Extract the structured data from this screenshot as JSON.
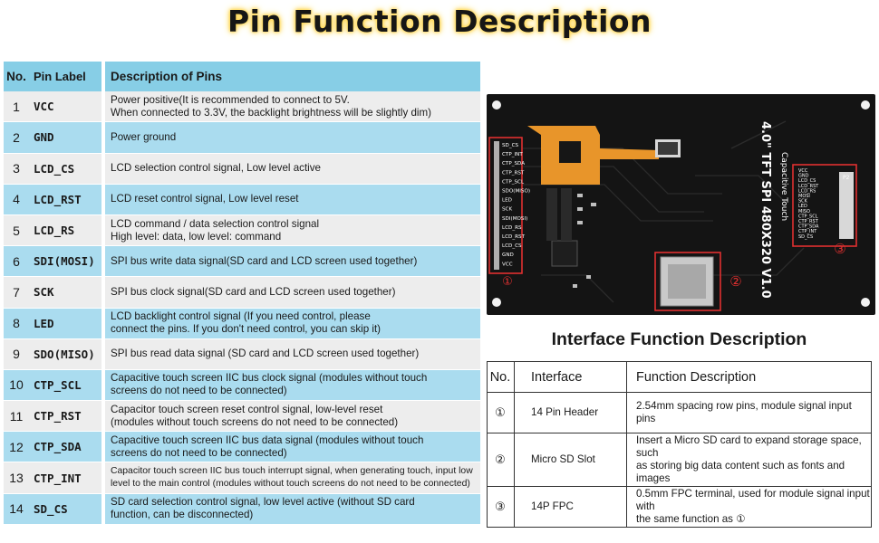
{
  "title": "Pin Function Description",
  "pin_table": {
    "headers": {
      "no": "No.",
      "label": "Pin Label",
      "desc": "Description of Pins"
    },
    "rows": [
      {
        "no": "1",
        "label": "VCC",
        "desc": "Power positive(It is recommended to connect to 5V.\nWhen connected to 3.3V, the backlight brightness will be slightly dim)"
      },
      {
        "no": "2",
        "label": "GND",
        "desc": "Power ground"
      },
      {
        "no": "3",
        "label": "LCD_CS",
        "desc": "LCD selection control signal, Low level active"
      },
      {
        "no": "4",
        "label": "LCD_RST",
        "desc": "LCD reset control signal, Low level reset"
      },
      {
        "no": "5",
        "label": "LCD_RS",
        "desc": "LCD command / data selection control signal\nHigh level: data, low level: command"
      },
      {
        "no": "6",
        "label": "SDI(MOSI)",
        "desc": "SPI bus write data signal(SD card and LCD screen used together)"
      },
      {
        "no": "7",
        "label": "SCK",
        "desc": "SPI bus clock signal(SD card and LCD screen used together)"
      },
      {
        "no": "8",
        "label": "LED",
        "desc": "LCD backlight control signal (If you need control, please\nconnect the pins. If you don't need control, you can skip it)"
      },
      {
        "no": "9",
        "label": "SDO(MISO)",
        "desc": "SPI bus read data signal (SD card and LCD screen used together)"
      },
      {
        "no": "10",
        "label": "CTP_SCL",
        "desc": "Capacitive touch screen IIC bus clock signal (modules without touch\nscreens do not need to be connected)"
      },
      {
        "no": "11",
        "label": "CTP_RST",
        "desc": "Capacitor touch screen reset control signal, low-level reset\n(modules without touch screens do not need to be connected)"
      },
      {
        "no": "12",
        "label": "CTP_SDA",
        "desc": "Capacitive touch screen IIC bus data signal (modules without touch\nscreens do not need to be connected)"
      },
      {
        "no": "13",
        "label": "CTP_INT",
        "desc": "Capacitor touch screen IIC bus touch interrupt signal, when generating touch, input low\nlevel to the main control (modules without touch screens do not need to be connected)"
      },
      {
        "no": "14",
        "label": "SD_CS",
        "desc": "SD card selection control signal, low level active (without SD card\nfunction, can be disconnected)"
      }
    ]
  },
  "board": {
    "left_header_pins": [
      "SD_CS",
      "CTP_INT",
      "CTP_SDA",
      "CTP_RST",
      "CTP_SCL",
      "SDO(MISO)",
      "LED",
      "SCK",
      "SDI(MOSI)",
      "LCD_RS",
      "LCD_RST",
      "LCD_CS",
      "GND",
      "VCC"
    ],
    "fpc_pins": [
      "VCC",
      "GND",
      "LCD_CS",
      "LCD_RST",
      "LCD_RS",
      "MOSI",
      "SCK",
      "LED",
      "MISO",
      "CTP_SCL",
      "CTP_RST",
      "CTP_SDA",
      "CTP_INT",
      "SD_CS"
    ],
    "title_line1": "4.0\" TFT SPI 480X320 V1.0",
    "title_line2": "Capacitive Touch",
    "fpc_label": "P2",
    "markers": [
      "①",
      "②",
      "③"
    ],
    "colors": {
      "pcb": "#141414",
      "fpc": "#e8952a",
      "highlight": "#e03030",
      "silk": "#ffffff"
    }
  },
  "interface_title": "Interface Function Description",
  "interface_table": {
    "headers": {
      "no": "No.",
      "interface": "Interface",
      "desc": "Function Description"
    },
    "rows": [
      {
        "no": "①",
        "interface": "14 Pin Header",
        "desc": "2.54mm spacing row pins, module signal input pins"
      },
      {
        "no": "②",
        "interface": "Micro SD Slot",
        "desc": "Insert a Micro SD card to expand storage space, such\nas storing big data content such as fonts and images"
      },
      {
        "no": "③",
        "interface": "14P FPC",
        "desc": "0.5mm FPC terminal, used for module signal input with\nthe same function as ①"
      }
    ]
  }
}
